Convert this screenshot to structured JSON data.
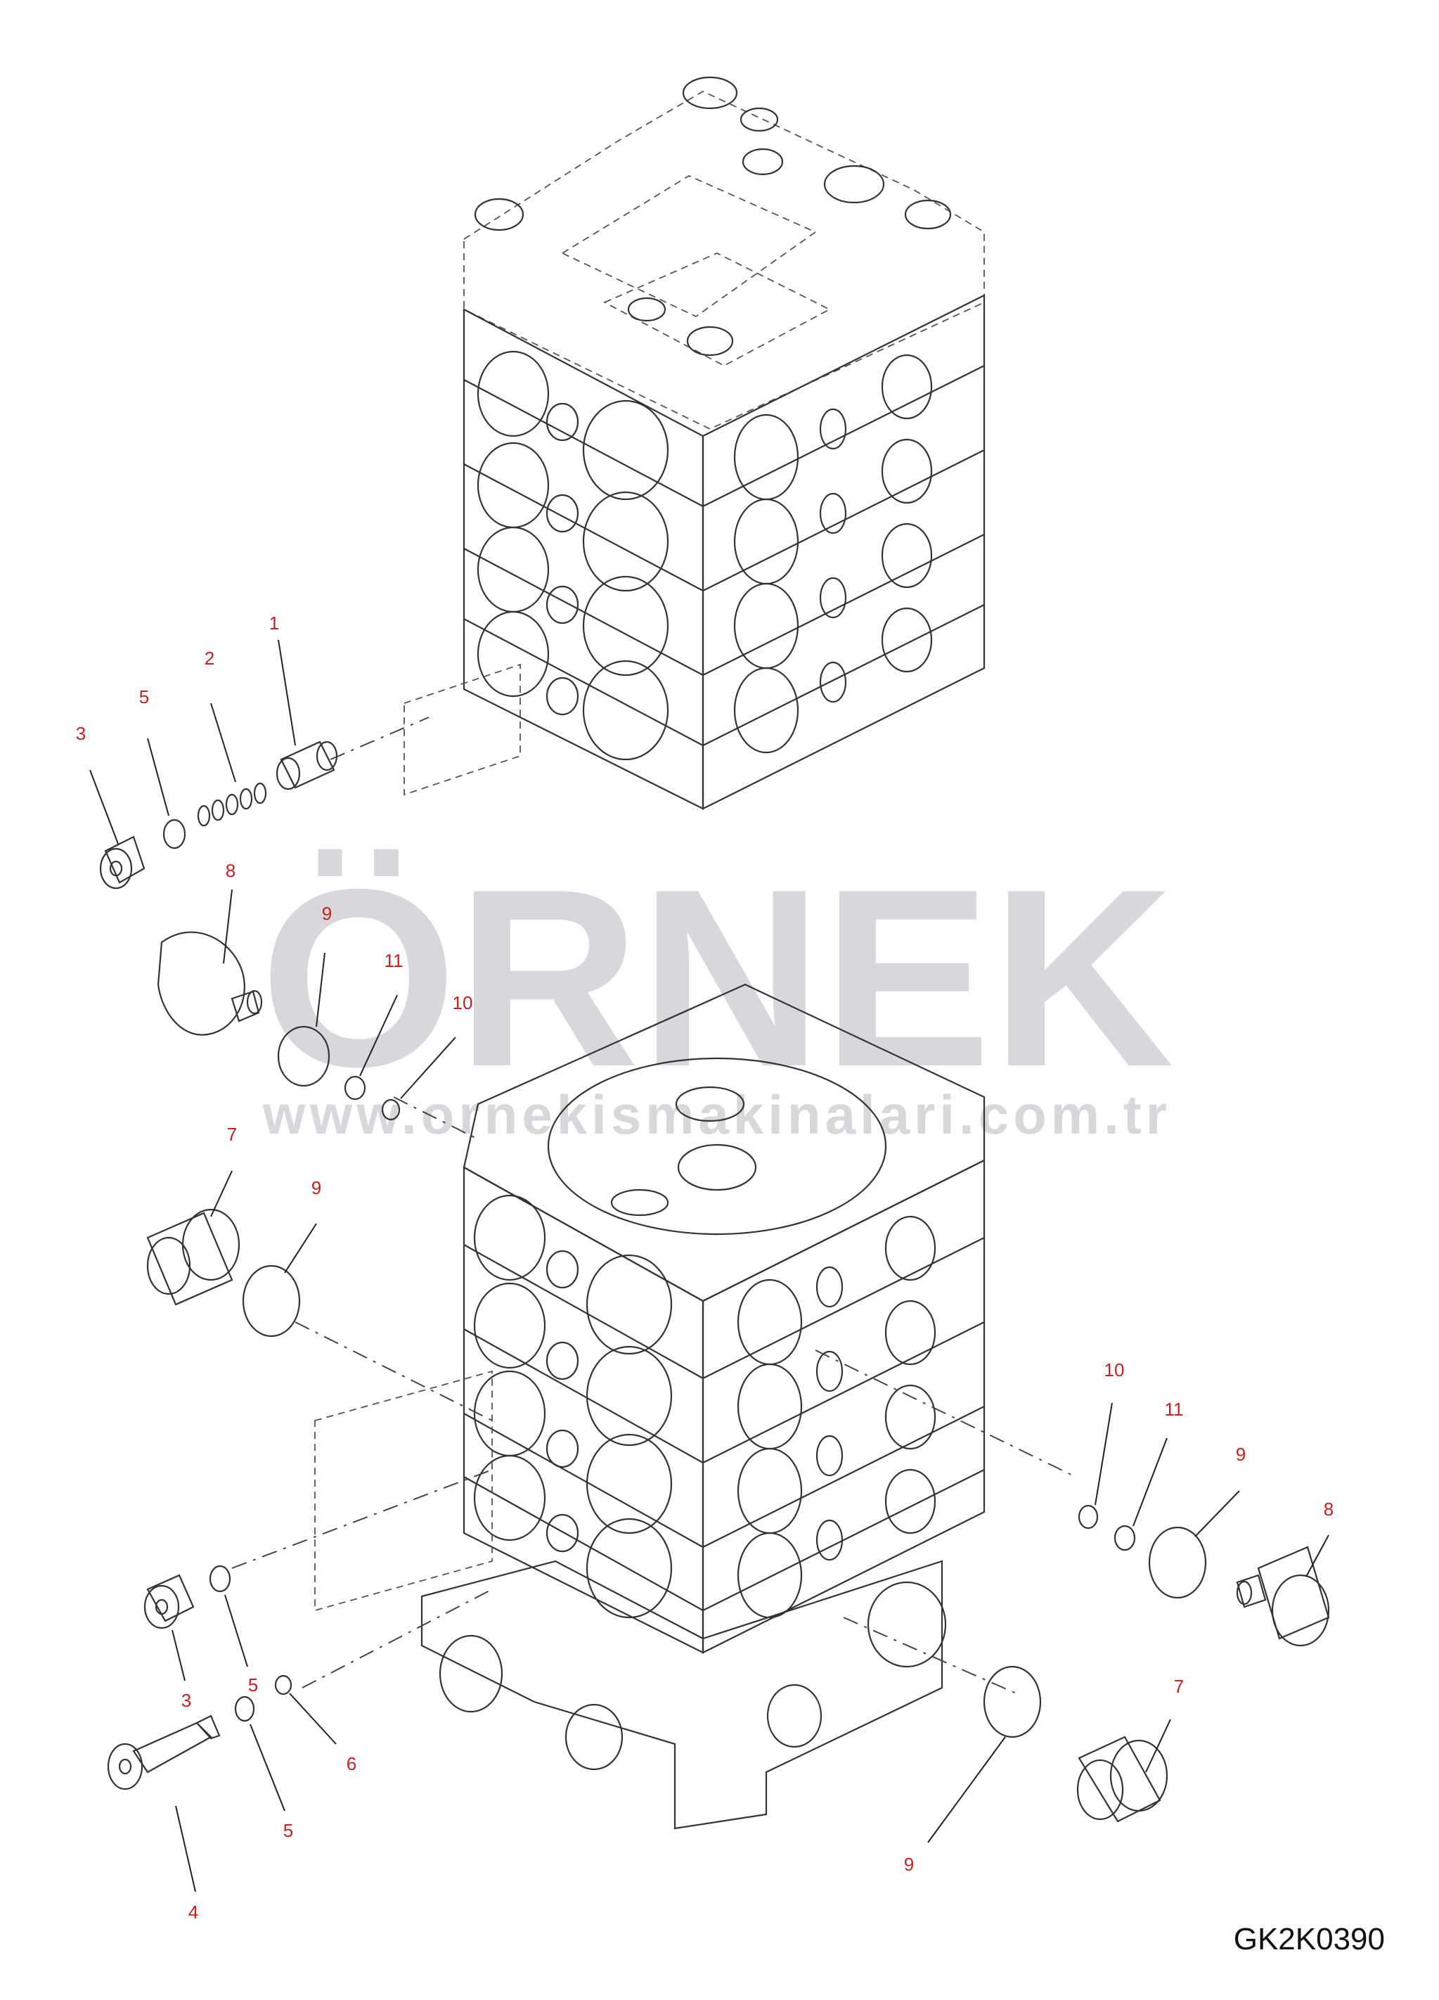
{
  "watermark": {
    "brand": "ÖRNEK",
    "url": "www.ornekismakinalari.com.tr",
    "color": "#d9d6dc"
  },
  "drawing_code": "GK2K0390",
  "callout_color": "#cc1f1f",
  "callouts": [
    "1",
    "2",
    "5",
    "3",
    "8",
    "9",
    "11",
    "10",
    "7",
    "9",
    "10",
    "11",
    "9",
    "8",
    "3",
    "5",
    "7",
    "6",
    "5",
    "4",
    "9"
  ]
}
